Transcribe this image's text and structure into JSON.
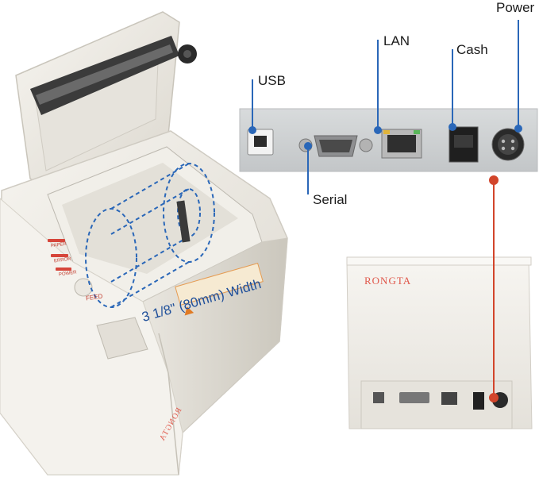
{
  "callouts": {
    "usb": "USB",
    "lan": "LAN",
    "cash": "Cash",
    "power": "Power",
    "serial": "Serial"
  },
  "width_label": "3 1/8\" (80mm) Width",
  "printer_panel": {
    "paper": "PAPER",
    "error": "ERROR",
    "power": "POWER",
    "feed": "FEED"
  },
  "brand": "RONGTA",
  "colors": {
    "accent_blue": "#2a67b8",
    "callout_red": "#d2452b",
    "printer_body": "#efece4",
    "panel_grey": "#cfd2d3",
    "brand_red": "#e0574a"
  }
}
